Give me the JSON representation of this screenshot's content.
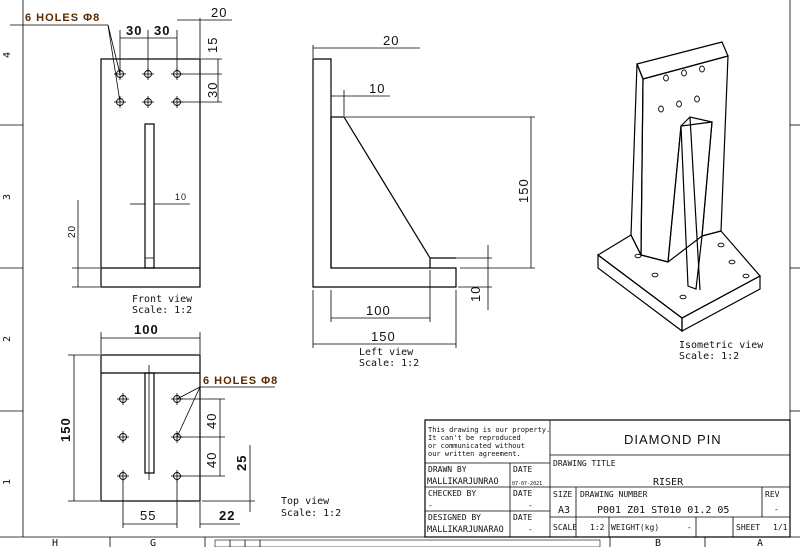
{
  "sheet": {
    "row_labels": [
      "4",
      "3",
      "2",
      "1"
    ],
    "col_labels": [
      "H",
      "G",
      "B",
      "A"
    ]
  },
  "front_view": {
    "note": "6 HOLES Φ8",
    "dims": {
      "d30a": "30",
      "d30b": "30",
      "d20": "20",
      "d15": "15",
      "d30v": "30",
      "d20v": "20",
      "d10": "10"
    },
    "caption": "Front view",
    "scale": "Scale:  1:2"
  },
  "left_view": {
    "dims": {
      "d20": "20",
      "d10": "10",
      "d150": "150",
      "d100": "100",
      "d150h": "150",
      "d10v": "10"
    },
    "caption": "Left view",
    "scale": "Scale:  1:2"
  },
  "top_view": {
    "note": "6 HOLES Φ8",
    "dims": {
      "d100": "100",
      "d150": "150",
      "d40a": "40",
      "d40b": "40",
      "d25": "25",
      "d55": "55",
      "d22": "22"
    },
    "caption": "Top view",
    "scale": "Scale:  1:2"
  },
  "iso_view": {
    "caption": "Isometric view",
    "scale": "Scale:  1:2"
  },
  "title_block": {
    "notice": [
      "This drawing is our property.",
      "It can't be reproduced",
      "or communicated without",
      "our written agreement."
    ],
    "company": "DIAMOND PIN",
    "drawn_by_label": "DRAWN BY",
    "drawn_by": "MALLIKARJUNRAO",
    "date_label": "DATE",
    "date": "07-07-2021",
    "checked_by_label": "CHECKED BY",
    "checked_by": "-",
    "checked_date_label": "DATE",
    "checked_date": "-",
    "designed_by_label": "DESIGNED BY",
    "designed_by": "MALLIKARJUNARAO",
    "designed_date_label": "DATE",
    "designed_date": "-",
    "drawing_title_label": "DRAWING TITLE",
    "drawing_title": "RISER",
    "size_label": "SIZE",
    "size": "A3",
    "drawing_number_label": "DRAWING NUMBER",
    "drawing_number": "P001 Z01 ST010 01.2 05",
    "rev_label": "REV",
    "rev": "-",
    "scale_label": "SCALE",
    "scale": "1:2",
    "weight_label": "WEIGHT(kg)",
    "weight": "-",
    "sheet_label": "SHEET",
    "sheet": "1/1"
  }
}
